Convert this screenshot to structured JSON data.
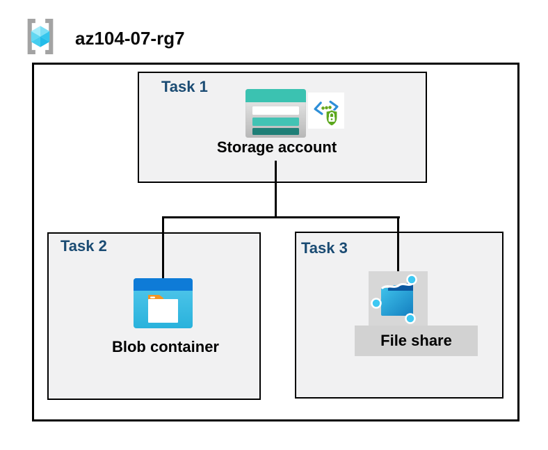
{
  "header": {
    "title": "az104-07-rg7",
    "icon": "resource-group-icon"
  },
  "tasks": [
    {
      "label": "Task 1",
      "item_label": "Storage account",
      "icons": [
        "storage-account-icon",
        "sas-shield-icon"
      ]
    },
    {
      "label": "Task 2",
      "item_label": "Blob container",
      "icons": [
        "blob-container-icon"
      ]
    },
    {
      "label": "Task 3",
      "item_label": "File share",
      "icons": [
        "file-share-icon"
      ]
    }
  ],
  "connections": [
    {
      "from": "Storage account",
      "to": "Blob container"
    },
    {
      "from": "Storage account",
      "to": "File share"
    }
  ],
  "colors": {
    "task_label_navy": "#1A4B73",
    "box_fill": "#F1F1F2",
    "box_border": "#000000",
    "storage_teal": "#3BC2B1",
    "storage_teal_mid": "#42C3B4",
    "storage_teal_dark": "#1F7F77",
    "blob_header_blue": "#0E7BD7",
    "blob_body_blue": "#3DC0E7",
    "folder_tab_orange": "#F59523",
    "file_share_blue": "#2BA9DF",
    "file_share_navy": "#0A57A0",
    "node_cyan": "#3EC8F2",
    "sas_bracket_blue": "#2E8FD8",
    "sas_green": "#5BA71D",
    "highlight_gray": "#D2D2D2",
    "cube_cyan": "#52CFF0",
    "bracket_gray": "#A3A3A3"
  }
}
